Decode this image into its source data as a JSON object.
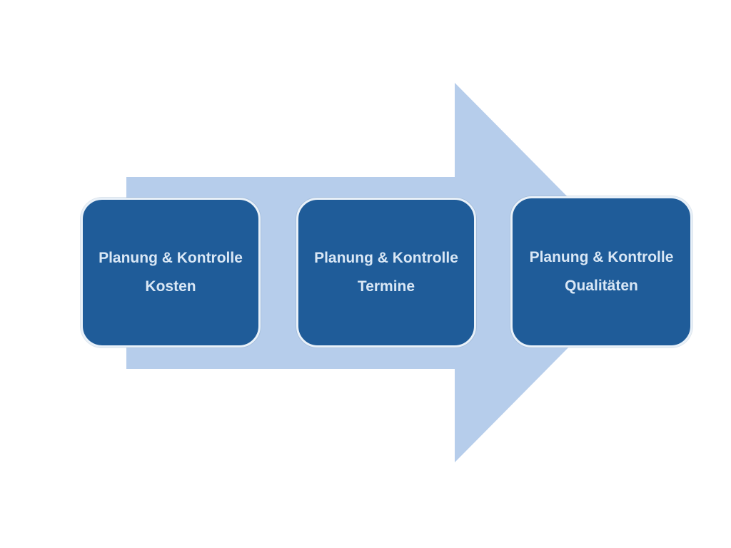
{
  "diagram": {
    "type": "process-arrow",
    "arrow": {
      "direction": "right",
      "fill": "#b6cdeb"
    },
    "boxes": [
      {
        "line1": "Planung & Kontrolle",
        "line2": "Kosten"
      },
      {
        "line1": "Planung & Kontrolle",
        "line2": "Termine"
      },
      {
        "line1": "Planung & Kontrolle",
        "line2": "Qualitäten"
      }
    ],
    "colors": {
      "background": "#ffffff",
      "arrow_fill": "#b6cdeb",
      "box_fill": "#1f5c99",
      "box_border": "#e9f1f9",
      "box_text": "#d9e7f5"
    }
  }
}
